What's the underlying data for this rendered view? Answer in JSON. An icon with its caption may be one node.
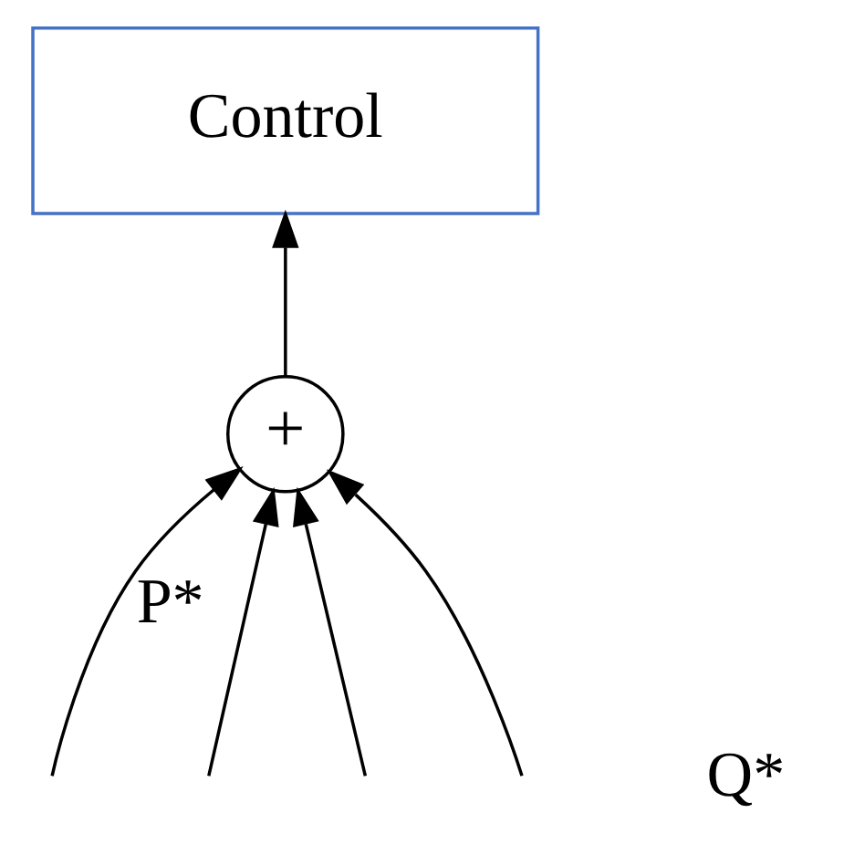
{
  "diagram": {
    "nodes": [
      {
        "text": [
          "Control"
        ]
      },
      {
        "text": [
          "+"
        ]
      }
    ],
    "edges": [
      {
        "from": 1,
        "to": 0,
        "arrow": "to"
      },
      {
        "from": null,
        "to": 1,
        "arrow": "to",
        "label": "P*"
      },
      {
        "from": null,
        "to": 1,
        "arrow": "to"
      },
      {
        "from": null,
        "to": 1,
        "arrow": "to"
      },
      {
        "from": null,
        "to": 1,
        "arrow": "to"
      }
    ],
    "labels": [
      "Q*"
    ]
  }
}
